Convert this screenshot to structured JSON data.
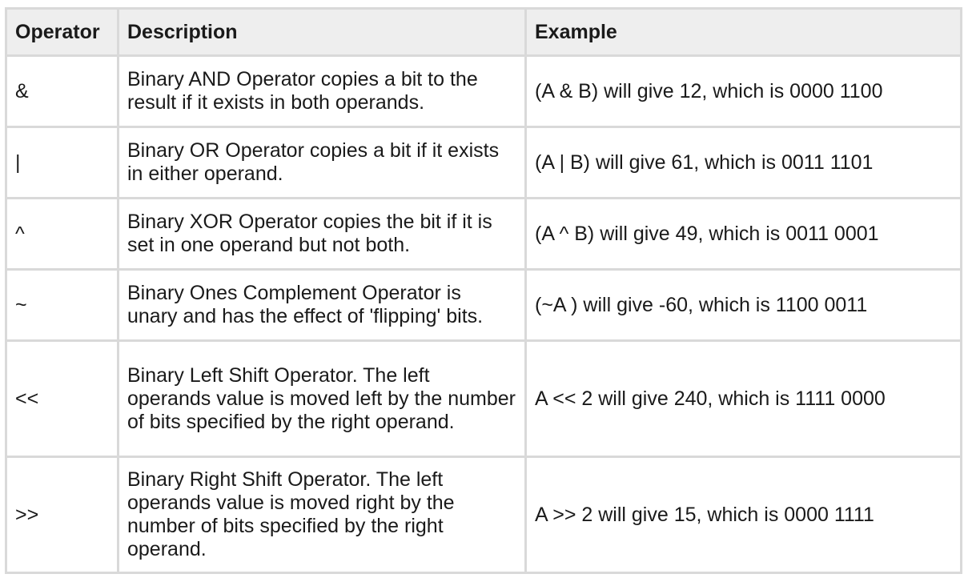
{
  "table": {
    "headers": {
      "operator": "Operator",
      "description": "Description",
      "example": "Example"
    },
    "rows": [
      {
        "operator": "&",
        "description": "Binary AND Operator copies a bit to the result if it exists in both operands.",
        "example": "(A & B) will give 12, which is 0000 1100"
      },
      {
        "operator": "|",
        "description": "Binary OR Operator copies a bit if it exists in either operand.",
        "example": "(A | B) will give 61, which is 0011 1101"
      },
      {
        "operator": "^",
        "description": "Binary XOR Operator copies the bit if it is set in one operand but not both.",
        "example": "(A ^ B) will give 49, which is 0011 0001"
      },
      {
        "operator": "~",
        "description": "Binary Ones Complement Operator is unary and has the effect of 'flipping' bits.",
        "example": "(~A ) will give -60, which is 1100 0011"
      },
      {
        "operator": "<<",
        "description": "Binary Left Shift Operator. The left operands value is moved left by the number of bits specified by the right operand.",
        "example": "A << 2 will give 240, which is 1111 0000"
      },
      {
        "operator": ">>",
        "description": "Binary Right Shift Operator. The left operands value is moved right by the number of bits specified by the right operand.",
        "example": "A >> 2 will give 15, which is 0000 1111"
      }
    ]
  },
  "colors": {
    "header_background": "#eeeeee",
    "border": "#d9d9d9",
    "text": "#1a1a1a"
  }
}
